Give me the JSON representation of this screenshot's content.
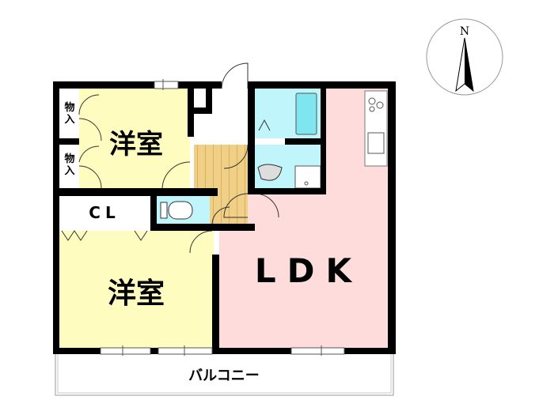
{
  "compass": {
    "north_label": "N"
  },
  "rooms": {
    "bedroom_upper": "洋室",
    "bedroom_lower": "洋室",
    "storage_1": "物入",
    "storage_2": "物入",
    "closet": "CL",
    "ldk": "LDK",
    "balcony": "バルコニー"
  },
  "colors": {
    "bedroom": "#fffcc0",
    "ldk": "#ffdcdc",
    "wet_area": "#bff5fb",
    "hallway": "#f0cf86",
    "wall": "#000000"
  }
}
